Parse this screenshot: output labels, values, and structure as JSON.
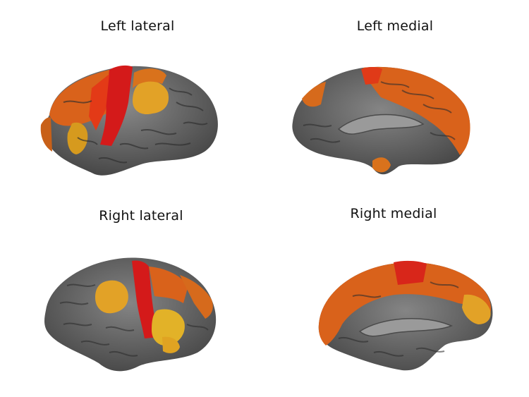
{
  "panels": [
    {
      "title": "Left lateral",
      "view": "lateral",
      "hemisphere": "left"
    },
    {
      "title": "Left medial",
      "view": "medial",
      "hemisphere": "left"
    },
    {
      "title": "Right lateral",
      "view": "lateral",
      "hemisphere": "right"
    },
    {
      "title": "Right medial",
      "view": "medial",
      "hemisphere": "right"
    }
  ],
  "colors": {
    "cortex": "#6b6b6b",
    "cortex_dark": "#4a4a4a",
    "sulcus": "#3a3a3a",
    "red": "#d8161a",
    "orange": "#e0661a",
    "orange_light": "#e88a20",
    "yellow": "#e0a322"
  }
}
